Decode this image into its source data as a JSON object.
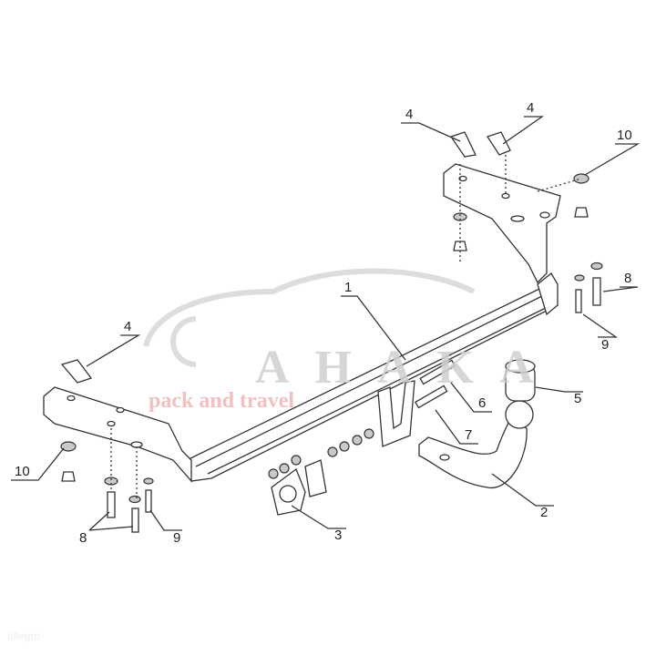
{
  "watermark": {
    "brand": "AHAKA",
    "slogan": "pack and travel",
    "corner": "allegro"
  },
  "colors": {
    "line": "#333333",
    "watermark_gray": "#d8d8d8",
    "watermark_red": "#f2b8b8"
  },
  "labels": {
    "l1": "1",
    "l2": "2",
    "l3": "3",
    "l4a": "4",
    "l4b": "4",
    "l4c": "4",
    "l5": "5",
    "l6": "6",
    "l7": "7",
    "l8a": "8",
    "l8b": "8",
    "l9a": "9",
    "l9b": "9",
    "l10a": "10",
    "l10b": "10"
  }
}
